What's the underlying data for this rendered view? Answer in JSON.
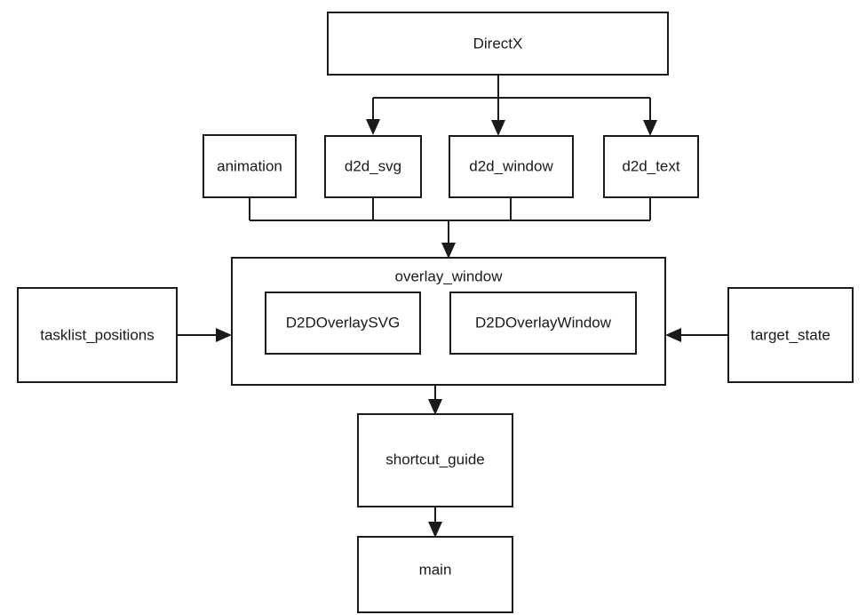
{
  "diagram": {
    "title": "DirectX overlay module dependency diagram",
    "type": "flowchart",
    "direction": "top-down",
    "background_color": "#ffffff",
    "line_color": "#1a1a1a",
    "text_color": "#1a1a1a",
    "nodes": {
      "directx": {
        "label": "DirectX"
      },
      "animation": {
        "label": "animation"
      },
      "d2d_svg": {
        "label": "d2d_svg"
      },
      "d2d_window": {
        "label": "d2d_window"
      },
      "d2d_text": {
        "label": "d2d_text"
      },
      "overlay_window": {
        "label": "overlay_window"
      },
      "d2doverlaysvg": {
        "label": "D2DOverlaySVG"
      },
      "d2doverlaywindow": {
        "label": "D2DOverlayWindow"
      },
      "tasklist_positions": {
        "label": "tasklist_positions"
      },
      "target_state": {
        "label": "target_state"
      },
      "shortcut_guide": {
        "label": "shortcut_guide"
      },
      "main": {
        "label": "main"
      }
    },
    "edges": [
      {
        "from": "DirectX",
        "to": "d2d_svg",
        "arrow": "to"
      },
      {
        "from": "DirectX",
        "to": "d2d_window",
        "arrow": "to"
      },
      {
        "from": "DirectX",
        "to": "d2d_text",
        "arrow": "to"
      },
      {
        "from": "animation",
        "to": "overlay_window",
        "arrow": "to"
      },
      {
        "from": "d2d_svg",
        "to": "overlay_window",
        "arrow": "to"
      },
      {
        "from": "d2d_window",
        "to": "overlay_window",
        "arrow": "to"
      },
      {
        "from": "d2d_text",
        "to": "overlay_window",
        "arrow": "to"
      },
      {
        "from": "tasklist_positions",
        "to": "overlay_window",
        "arrow": "to"
      },
      {
        "from": "target_state",
        "to": "overlay_window",
        "arrow": "to"
      },
      {
        "from": "overlay_window",
        "to": "shortcut_guide",
        "arrow": "to"
      },
      {
        "from": "shortcut_guide",
        "to": "main",
        "arrow": "to"
      }
    ]
  }
}
